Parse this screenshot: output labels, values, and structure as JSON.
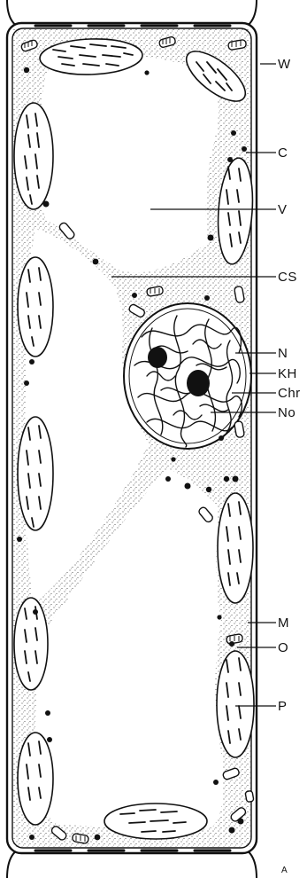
{
  "labels": {
    "W": "W",
    "C": "C",
    "V": "V",
    "CS": "CS",
    "N": "N",
    "KH": "KH",
    "Chr": "Chr",
    "No": "No",
    "M": "M",
    "O": "O",
    "P": "P"
  },
  "figure_letter": "A",
  "colors": {
    "ink": "#111111",
    "background": "#ffffff"
  }
}
